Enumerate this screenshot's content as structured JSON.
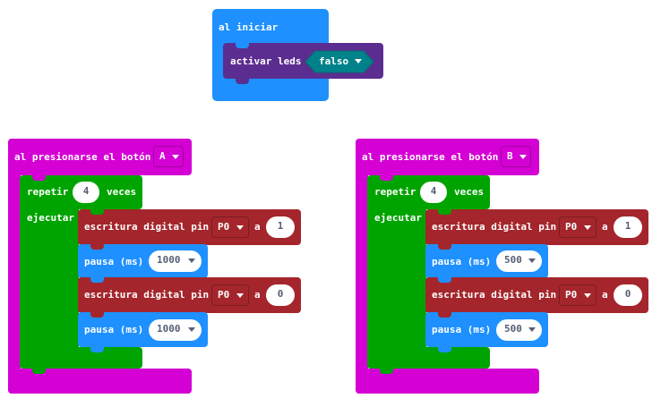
{
  "start_block": {
    "label": "al iniciar",
    "led_label": "activar leds",
    "led_value": "falso"
  },
  "left_script": {
    "event_label": "al presionarse el botón",
    "button_value": "A",
    "repeat_label": "repetir",
    "repeat_count": "4",
    "times_label": "veces",
    "do_label": "ejecutar",
    "write1": {
      "label": "escritura digital pin",
      "pin": "P0",
      "to": "a",
      "value": "1"
    },
    "pause1": {
      "label": "pausa (ms)",
      "value": "1000"
    },
    "write2": {
      "label": "escritura digital pin",
      "pin": "P0",
      "to": "a",
      "value": "0"
    },
    "pause2": {
      "label": "pausa (ms)",
      "value": "1000"
    }
  },
  "right_script": {
    "event_label": "al presionarse el botón",
    "button_value": "B",
    "repeat_label": "repetir",
    "repeat_count": "4",
    "times_label": "veces",
    "do_label": "ejecutar",
    "write1": {
      "label": "escritura digital pin",
      "pin": "P0",
      "to": "a",
      "value": "1"
    },
    "pause1": {
      "label": "pausa (ms)",
      "value": "500"
    },
    "write2": {
      "label": "escritura digital pin",
      "pin": "P0",
      "to": "a",
      "value": "0"
    },
    "pause2": {
      "label": "pausa (ms)",
      "value": "500"
    }
  },
  "colors": {
    "basic": "#1e90ff",
    "led": "#5c2d91",
    "input": "#d400d4",
    "loops": "#00a400",
    "pins": "#a4262c",
    "logic_boolean": "#00828a"
  }
}
